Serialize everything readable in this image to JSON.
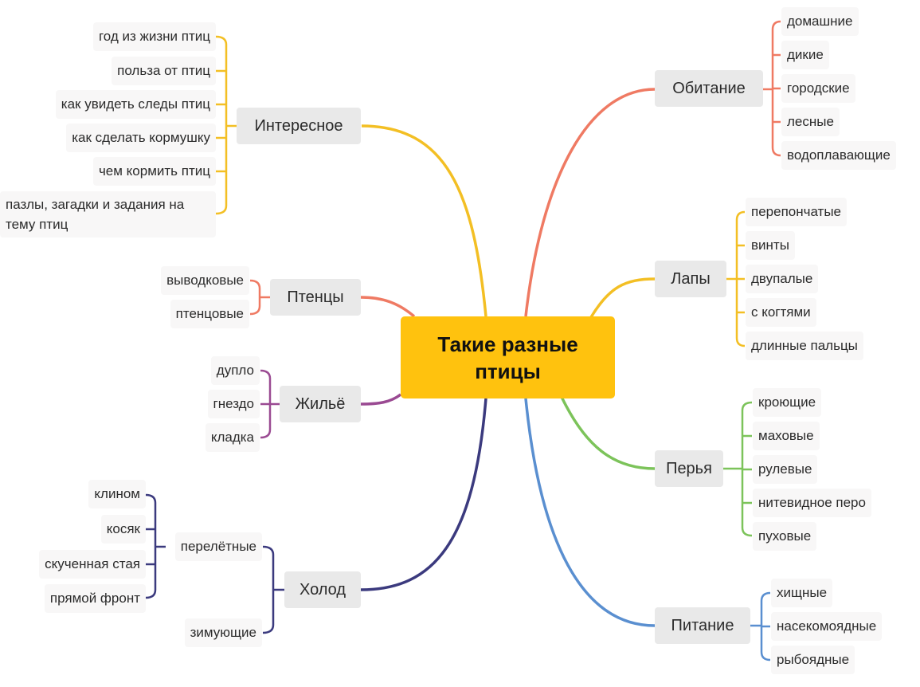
{
  "title": "Такие разные птицы",
  "branches": {
    "obitanie": {
      "label": "Обитание",
      "color": "#ef7a63",
      "items": [
        "домашние",
        "дикие",
        "городские",
        "лесные",
        "водоплавающие"
      ]
    },
    "lapy": {
      "label": "Лапы",
      "color": "#f3bf24",
      "items": [
        "перепончатые",
        "винты",
        "двупалые",
        "с когтями",
        "длинные пальцы"
      ]
    },
    "perya": {
      "label": "Перья",
      "color": "#7cc35a",
      "items": [
        "кроющие",
        "маховые",
        "рулевые",
        "нитевидное перо",
        "пуховые"
      ]
    },
    "pitanie": {
      "label": "Питание",
      "color": "#5a8fd0",
      "items": [
        "хищные",
        "насекомоядные",
        "рыбоядные"
      ]
    },
    "interesnoe": {
      "label": "Интересное",
      "color": "#f3bf24",
      "items": [
        "год из жизни птиц",
        "польза от птиц",
        "как увидеть следы птиц",
        "как сделать кормушку",
        "чем кормить птиц",
        "пазлы, загадки и задания на тему птиц"
      ]
    },
    "ptentsy": {
      "label": "Птенцы",
      "color": "#ef7a63",
      "items": [
        "выводковые",
        "птенцовые"
      ]
    },
    "zhilyo": {
      "label": "Жильё",
      "color": "#9a4a92",
      "items": [
        "дупло",
        "гнездо",
        "кладка"
      ]
    },
    "kholod": {
      "label": "Холод",
      "color": "#3b3a7e",
      "sub": {
        "pereletnye": {
          "label": "перелётные",
          "items": [
            "клином",
            "косяк",
            "скученная стая",
            "прямой фронт"
          ]
        },
        "zimuyushchie": {
          "label": "зимующие"
        }
      }
    }
  }
}
